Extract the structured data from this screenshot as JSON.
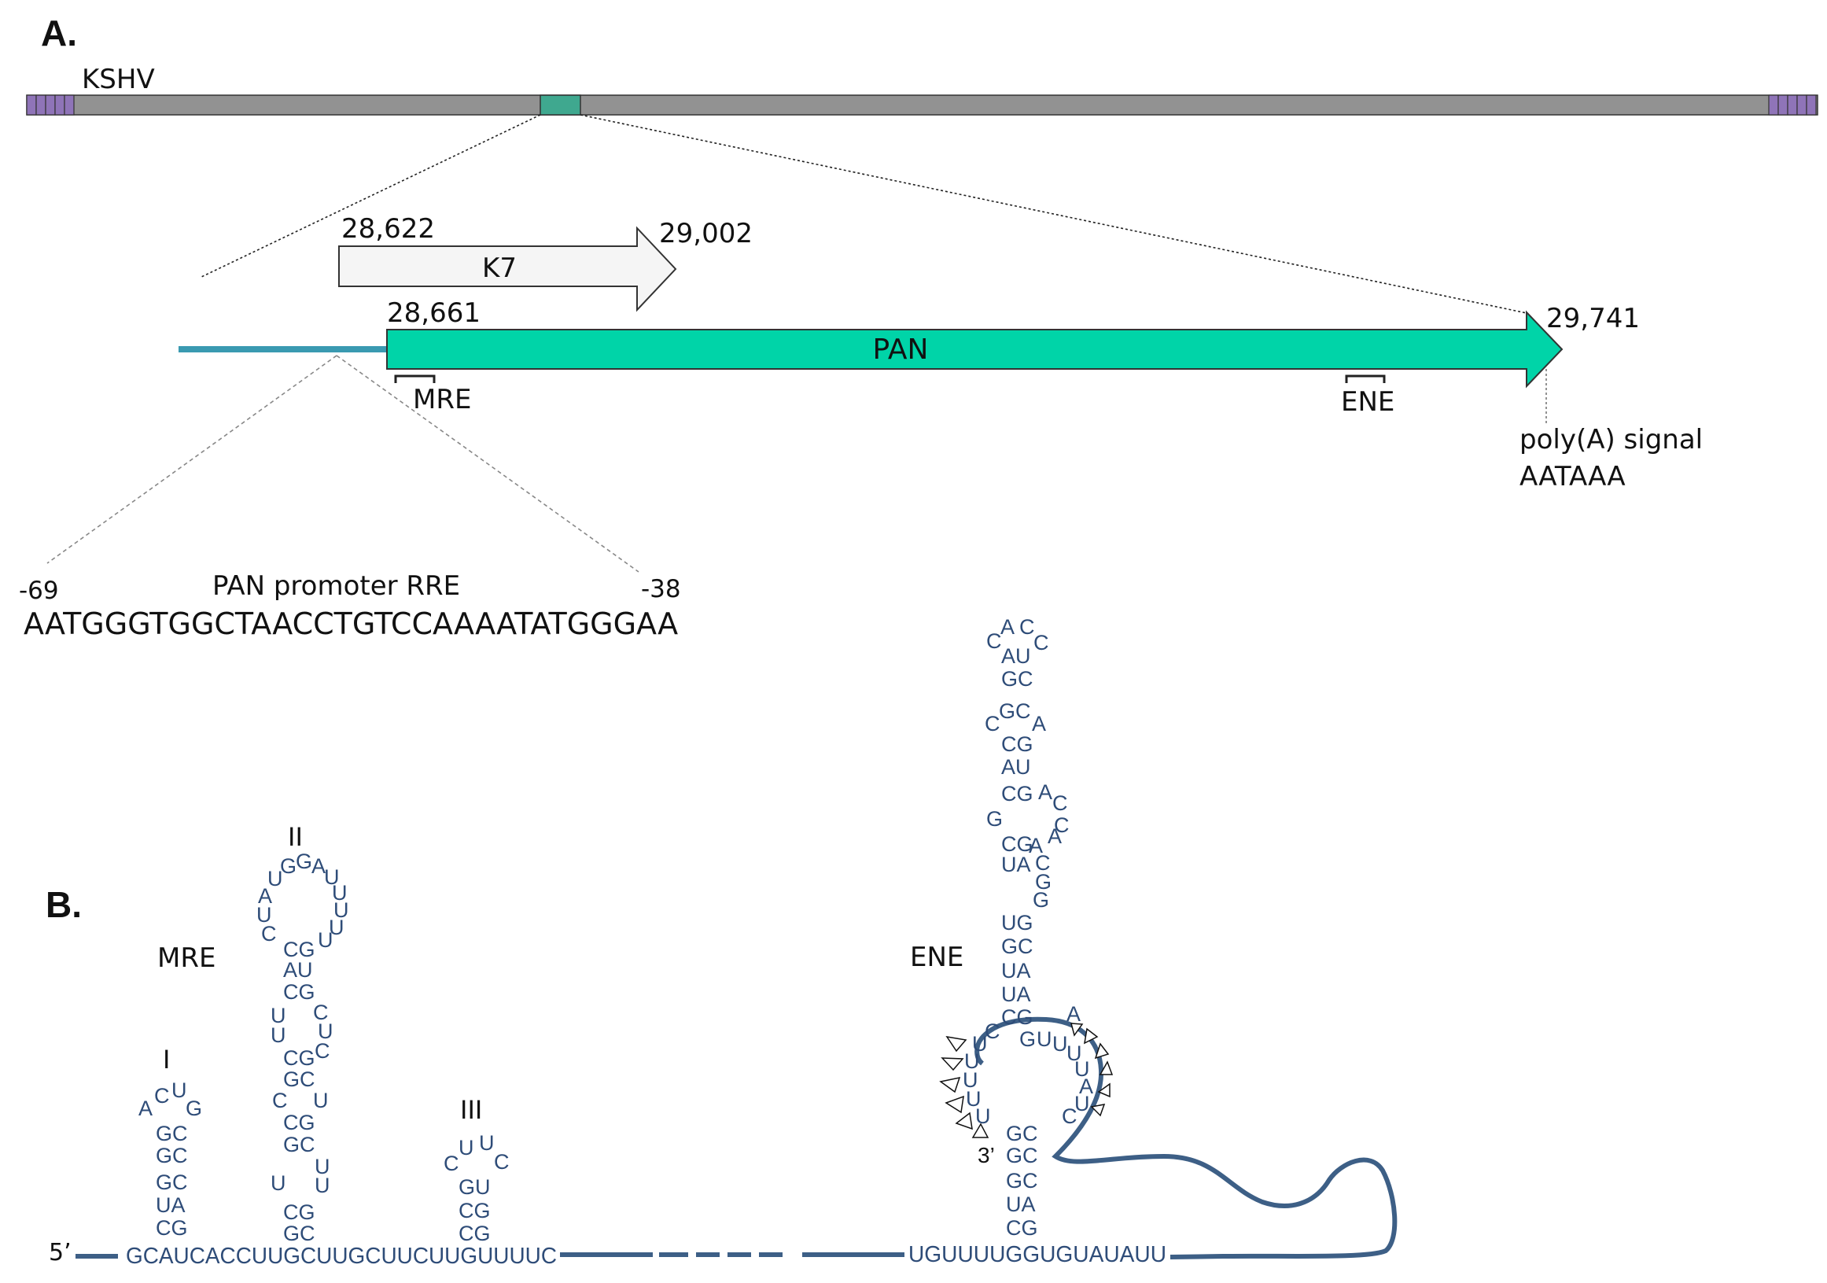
{
  "panel_a": {
    "label": "A.",
    "genome_label": "KSHV",
    "k7": {
      "name": "K7",
      "start": "28,622",
      "end": "29,002"
    },
    "pan": {
      "name": "PAN",
      "start": "28,661",
      "end": "29,741"
    },
    "mre_label": "MRE",
    "ene_label": "ENE",
    "polya_label": "poly(A) signal",
    "polya_seq": "AATAAA",
    "promoter": {
      "label": "PAN promoter RRE",
      "left_coord": "-69",
      "right_coord": "-38",
      "sequence": "AATGGGTGGCTAACCTGTCCAAAATATGGGAA"
    }
  },
  "panel_b": {
    "label": "B.",
    "mre_label": "MRE",
    "ene_label": "ENE",
    "five_prime": "5’",
    "three_prime": "3’",
    "seq_left": "GCAUCACCUUGCUUGCUUCUUGUUUUC",
    "seq_right": "UGUUUUGGUGUAUAUU",
    "hairpins": [
      {
        "label": "I",
        "loop": "ACUG",
        "pairs": [
          "CG",
          "UA",
          "GC",
          "GC",
          "GC"
        ]
      },
      {
        "label": "II",
        "loop": "CUAUGGAUUUUU",
        "pairs": [
          "GC",
          "CG",
          "U U",
          "GC",
          "CG",
          "C U",
          "GC",
          "CG",
          "U",
          "U",
          "CG",
          "AU",
          "CG"
        ],
        "bulge_right": "CUC"
      },
      {
        "label": "III",
        "loop": "CUUC",
        "pairs": [
          "CG",
          "CG",
          "GU"
        ]
      }
    ],
    "ene_stem_pairs": [
      "CG",
      "UA",
      "GC",
      "GC",
      "GC",
      "CG",
      "UA",
      "UA",
      "GC",
      "UG",
      "G",
      "UA",
      "CG",
      "G",
      "CG",
      "AU",
      "CG",
      "CGC",
      "GC",
      "AU"
    ],
    "ene_upper_loop": "CACC",
    "ene_internal_loops": [
      "ACCA",
      "A",
      "CG"
    ],
    "ene_u_rich_left": "UUUUUC",
    "ene_u_rich_right": "GUUUUAUCUU"
  },
  "colors": {
    "genome_bar": "#929292",
    "terminal_repeat": "#8f74b8",
    "pan_region": "#3fa88f",
    "pan_arrow": "#00d4a8",
    "k7_arrow": "#f5f5f5",
    "upstream_line": "#3a9ab1",
    "rna": "#2e4c78"
  }
}
